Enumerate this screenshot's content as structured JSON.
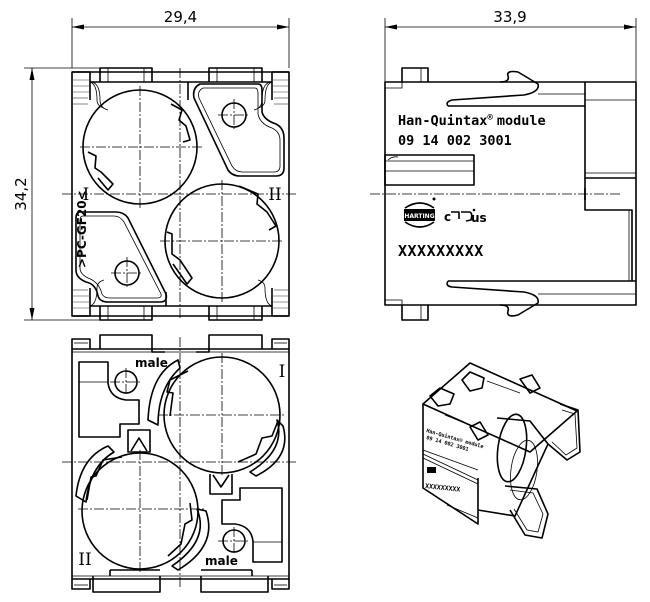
{
  "drawing": {
    "type": "technical-drawing",
    "subject": "Han-Quintax module connector insert"
  },
  "dimensions": {
    "front_width": "29,4",
    "front_height": "34,2",
    "side_width": "33,9"
  },
  "front_view": {
    "roman_left": "I",
    "roman_right": "II",
    "material_mark": ">PC-GF20<"
  },
  "rear_view": {
    "roman_top": "I",
    "roman_bottom": "II",
    "male_label_top": "male",
    "male_label_bottom": "male"
  },
  "side_view": {
    "product_name": "Han-Quintax",
    "registered_mark": "®",
    "product_suffix": "module",
    "part_number": "09 14 002 3001",
    "brand_logo": "HARTING",
    "cert_prefix": "c",
    "cert_suffix": "us",
    "cert_icon": "ul-recognized-icon",
    "serial_placeholder": "XXXXXXXXX"
  },
  "iso_view": {
    "product_line": "Han-Quintax® module",
    "part_number": "09 14 002 3001",
    "serial_placeholder": "XXXXXXXXX"
  }
}
